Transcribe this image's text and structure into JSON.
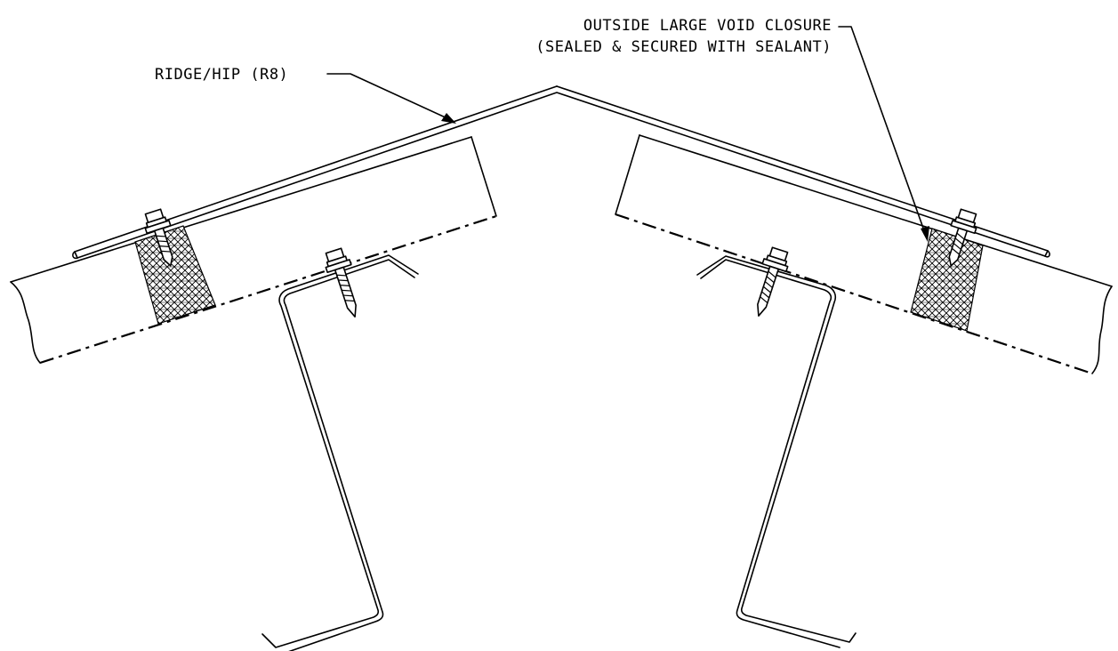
{
  "callouts": {
    "ridge_hip": "RIDGE/HIP (R8)",
    "closure_line1": "OUTSIDE LARGE VOID CLOSURE",
    "closure_line2": "(SEALED & SECURED WITH SEALANT)"
  },
  "colors": {
    "line": "#000000",
    "background": "#ffffff"
  }
}
